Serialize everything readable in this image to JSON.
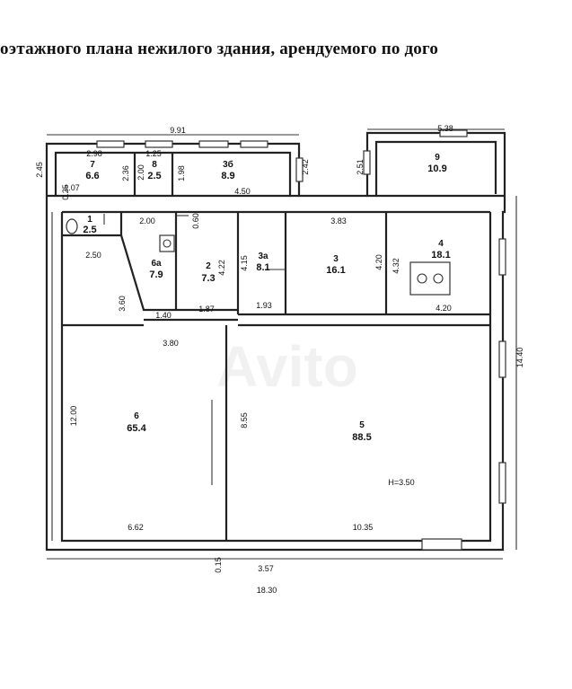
{
  "title": "оэтажного плана нежилого здания, арендуемого по дого",
  "watermark": "Avito",
  "rooms": {
    "r7": {
      "num": "7",
      "area": "6.6"
    },
    "r8": {
      "num": "8",
      "area": "2.5"
    },
    "r3b": {
      "num": "3б",
      "area": "8.9"
    },
    "r9": {
      "num": "9",
      "area": "10.9"
    },
    "r1": {
      "num": "1",
      "area": "2.5"
    },
    "r6a": {
      "num": "6а",
      "area": "7.9"
    },
    "r2": {
      "num": "2",
      "area": "7.3"
    },
    "r3a": {
      "num": "3а",
      "area": "8.1"
    },
    "r3": {
      "num": "3",
      "area": "16.1"
    },
    "r4": {
      "num": "4",
      "area": "18.1"
    },
    "r6": {
      "num": "6",
      "area": "65.4"
    },
    "r5": {
      "num": "5",
      "area": "88.5"
    }
  },
  "height_label": "H=3.50",
  "dims": {
    "top_9_91": "9.91",
    "top_5_38": "5.38",
    "d_2_98": "2.98",
    "d_1_25": "1.25",
    "d_2_45": "2.45",
    "d_2_36": "2.36",
    "d_2_00_v": "2.00",
    "d_1_98": "1.98",
    "d_1_07": "1.07",
    "d_0_25": "0.25",
    "d_4_50": "4.50",
    "d_2_42": "2.42",
    "d_2_51": "2.51",
    "d_3_83": "3.83",
    "d_2_00_h": "2.00",
    "d_0_60": "0.60",
    "d_2_50": "2.50",
    "d_4_22": "4.22",
    "d_4_15": "4.15",
    "d_4_20_v": "4.20",
    "d_4_32": "4.32",
    "d_3_60": "3.60",
    "d_1_40": "1.40",
    "d_1_87": "1.87",
    "d_1_93": "1.93",
    "d_4_20_h": "4.20",
    "d_3_80": "3.80",
    "d_14_40": "14.40",
    "d_12_00": "12.00",
    "d_8_55": "8.55",
    "d_6_62": "6.62",
    "d_10_35": "10.35",
    "d_0_15": "0.15",
    "d_3_57": "3.57",
    "d_18_30": "18.30"
  }
}
